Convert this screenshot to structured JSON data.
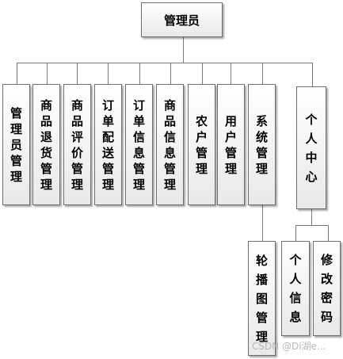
{
  "root": {
    "label": "管理员"
  },
  "modules": [
    {
      "id": "admin-manage",
      "label": "管理员管理"
    },
    {
      "id": "goods-return-manage",
      "label": "商品退货管理"
    },
    {
      "id": "goods-review-manage",
      "label": "商品评价管理"
    },
    {
      "id": "order-delivery-manage",
      "label": "订单配送管理"
    },
    {
      "id": "order-info-manage",
      "label": "订单信息管理"
    },
    {
      "id": "goods-info-manage",
      "label": "商品信息管理"
    },
    {
      "id": "farmer-manage",
      "label": "农户管理"
    },
    {
      "id": "user-manage",
      "label": "用户管理"
    },
    {
      "id": "system-manage",
      "label": "系统管理"
    },
    {
      "id": "personal-center",
      "label": "个人中心"
    }
  ],
  "system_children": [
    {
      "id": "carousel-manage",
      "label": "轮播图管理"
    }
  ],
  "personal_children": [
    {
      "id": "personal-info",
      "label": "个人信息"
    },
    {
      "id": "change-password",
      "label": "修改密码"
    }
  ],
  "watermark": "CSDN @Di湖e..."
}
